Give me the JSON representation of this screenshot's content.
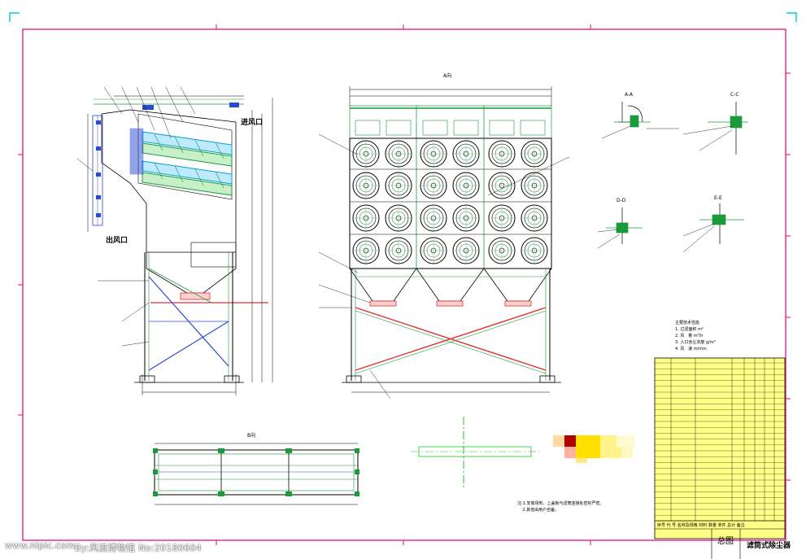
{
  "drawing": {
    "air_inlet": "进风口",
    "air_outlet": "出风口",
    "title_block_general": "总图",
    "title_block_name": "滤筒式除尘器",
    "title_block_header": "序号  代 号      名称及规格   材料 数量 单件 总计 备注"
  },
  "views": {
    "top": "B向",
    "front": "A向",
    "detail_a": "A-A",
    "detail_c": "C-C",
    "detail_d": "D-D",
    "detail_e": "E-E"
  },
  "notes": {
    "bottom": "注:1.安装场地、上盖板与滤筒连接处密封严密。\n    2.其他由用户自备。",
    "specs": "主要技术性能\n1. 过滤面积 m²\n2. 风   量 m³/h\n3. 入口含尘浓度 g/m³\n4. 风   速 m/min"
  },
  "watermark": {
    "site": "www.nipic.com",
    "id": "By:风流博物馆  No:20180604"
  },
  "colors": {
    "frame": "#e0007a",
    "outline": "#000000",
    "dim": "#1a9a3a",
    "centerline": "#22c422",
    "brace": "#e03030",
    "blue": "#2a4ad0",
    "cyan": "#00c8d8",
    "title_fill": "#ffff88",
    "stamp_dark": "#b00000",
    "stamp_yellow": "#ffe000"
  },
  "icons": {
    "corner_tl": "corner-mark-icon",
    "corner_tr": "corner-mark-icon"
  }
}
